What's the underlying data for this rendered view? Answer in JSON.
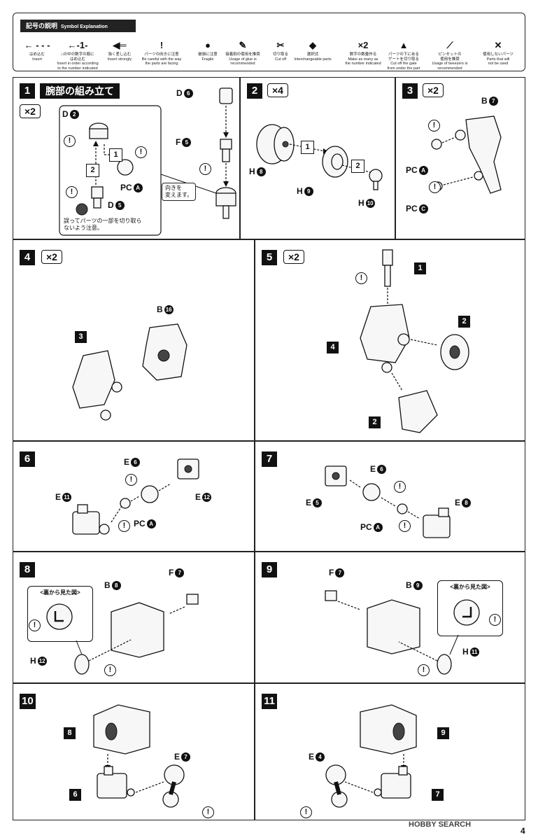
{
  "legend": {
    "title_jp": "記号の説明",
    "title_en": "Symbol Explanation",
    "items": [
      {
        "symbol": "← - - -",
        "jp": "はめ込む",
        "en": "Insert"
      },
      {
        "symbol": "←-1-",
        "jp": "□の中の数字の順に\nはめ込む",
        "en": "Insert in order according\nto the number indicated"
      },
      {
        "symbol": "◀═",
        "jp": "強く差し込む",
        "en": "Insert strongly"
      },
      {
        "symbol": "!",
        "jp": "パーツの向きに注意",
        "en": "Be careful with the way\nthe parts are facing"
      },
      {
        "symbol": "●",
        "jp": "破損に注意",
        "en": "Fragile"
      },
      {
        "symbol": "✎",
        "jp": "接着剤の使用を推奨",
        "en": "Usage of glue is\nrecommended"
      },
      {
        "symbol": "✂",
        "jp": "切り取る",
        "en": "Cut off"
      },
      {
        "symbol": "◆",
        "jp": "選択式",
        "en": "Interchangeable parts"
      },
      {
        "symbol": "×2",
        "jp": "数字の数量作る",
        "en": "Make as many as\nthe number indicated"
      },
      {
        "symbol": "▲",
        "jp": "パーツの下にある\nゲートを切り取る",
        "en": "Cut off the gate\nfrom under the part"
      },
      {
        "symbol": "⟋",
        "jp": "ピンセットの\n使用を推奨",
        "en": "Usage of tweezers is\nrecommended"
      },
      {
        "symbol": "✕",
        "jp": "使用しないパーツ",
        "en": "Parts that will\nnot be used"
      }
    ]
  },
  "steps": {
    "s1": {
      "num": "1",
      "title": "腕部の組み立て",
      "mult": "×2",
      "labels": {
        "d2": "D",
        "d2n": "2",
        "d5": "D",
        "d5n": "5",
        "pca": "PC",
        "pcan": "A",
        "d6": "D",
        "d6n": "6",
        "f5": "F",
        "f5n": "5"
      },
      "order1": "1",
      "order2": "2",
      "callout": "向きを\n変えます。",
      "fragile_note": "誤ってパーツの一部を切り取ら\nないよう注意。"
    },
    "s2": {
      "num": "2",
      "mult": "×4",
      "h8": "H",
      "h8n": "8",
      "h9": "H",
      "h9n": "9",
      "h10": "H",
      "h10n": "10",
      "o1": "1",
      "o2": "2"
    },
    "s3": {
      "num": "3",
      "mult": "×2",
      "b7": "B",
      "b7n": "7",
      "pca": "PC",
      "pcan": "A",
      "pcc": "PC",
      "pccn": "C"
    },
    "s4": {
      "num": "4",
      "mult": "×2",
      "sub3": "3",
      "b16": "B",
      "b16n": "16"
    },
    "s5": {
      "num": "5",
      "mult": "×2",
      "sub1": "1",
      "sub2a": "2",
      "sub2b": "2",
      "sub4": "4"
    },
    "s6": {
      "num": "6",
      "e6": "E",
      "e6n": "6",
      "e11": "E",
      "e11n": "11",
      "e12": "E",
      "e12n": "12",
      "pca": "PC",
      "pcan": "A"
    },
    "s7": {
      "num": "7",
      "e6": "E",
      "e6n": "6",
      "e5": "E",
      "e5n": "5",
      "e8": "E",
      "e8n": "8",
      "pca": "PC",
      "pcan": "A"
    },
    "s8": {
      "num": "8",
      "b8": "B",
      "b8n": "8",
      "f7": "F",
      "f7n": "7",
      "h12": "H",
      "h12n": "12",
      "back_view": "<裏から見た図>"
    },
    "s9": {
      "num": "9",
      "b9": "B",
      "b9n": "9",
      "f7": "F",
      "f7n": "7",
      "h11": "H",
      "h11n": "11",
      "back_view": "<裏から見た図>"
    },
    "s10": {
      "num": "10",
      "sub8": "8",
      "sub6": "6",
      "e7": "E",
      "e7n": "7"
    },
    "s11": {
      "num": "11",
      "sub9": "9",
      "sub7": "7",
      "e4": "E",
      "e4n": "4"
    }
  },
  "footer": {
    "watermark": "HOBBY SEARCH",
    "page": "4"
  }
}
